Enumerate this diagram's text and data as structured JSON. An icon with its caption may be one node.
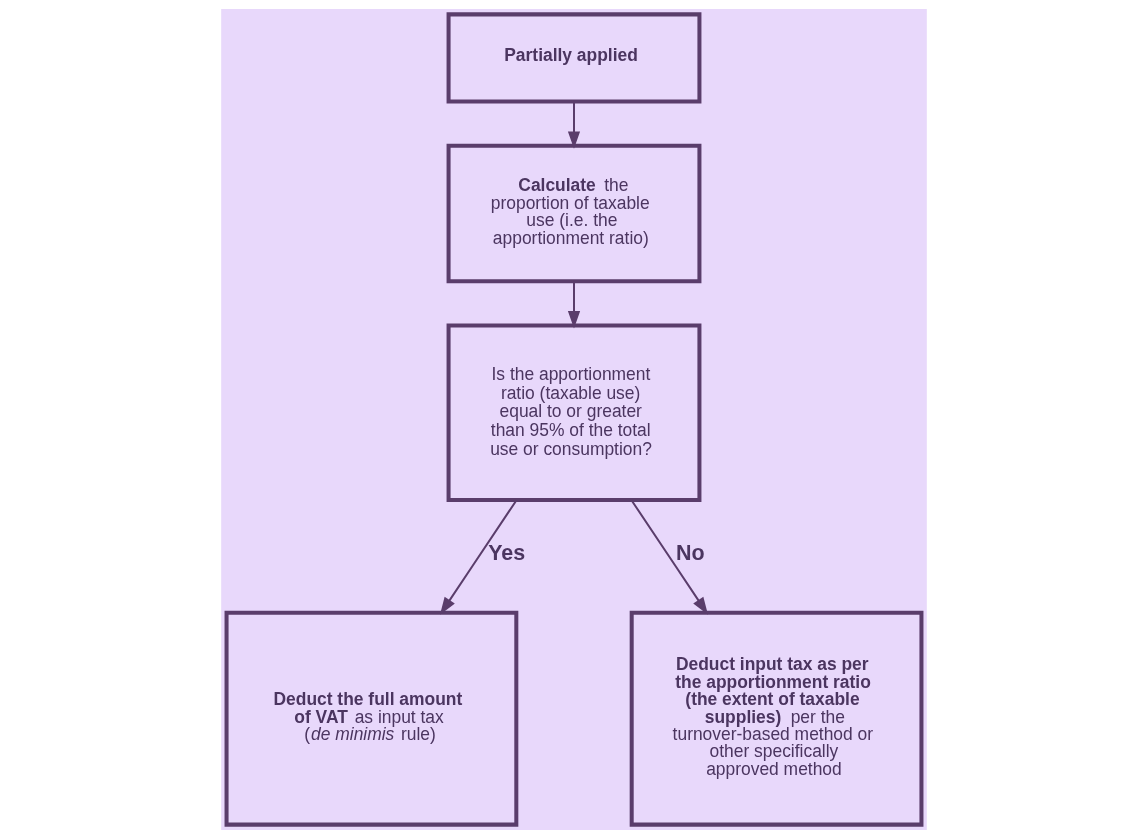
{
  "diagram": {
    "nodes": [
      {
        "text": [
          "Partially applied"
        ]
      },
      {
        "text": [
          "**Calculate** the proportion of taxable use (i.e. the apportionment ratio)"
        ]
      },
      {
        "text": [
          "Is the apportionment ratio (taxable use) equal to or greater than 95% of the total use or consumption?"
        ]
      },
      {
        "text": [
          "**Deduct the full amount of VAT** as input tax (*de minimis* rule)"
        ]
      },
      {
        "text": [
          "**Deduct input tax as per the apportionment ratio (the extent of taxable supplies)** per the turnover-based method or other specifically approved method"
        ]
      }
    ],
    "edges": [
      {
        "from": 0,
        "to": 1,
        "arrow": "to"
      },
      {
        "from": 1,
        "to": 2,
        "arrow": "to"
      },
      {
        "from": 2,
        "to": 3,
        "arrow": "to",
        "label": "Yes"
      },
      {
        "from": 2,
        "to": 4,
        "arrow": "to",
        "label": "No"
      }
    ]
  }
}
